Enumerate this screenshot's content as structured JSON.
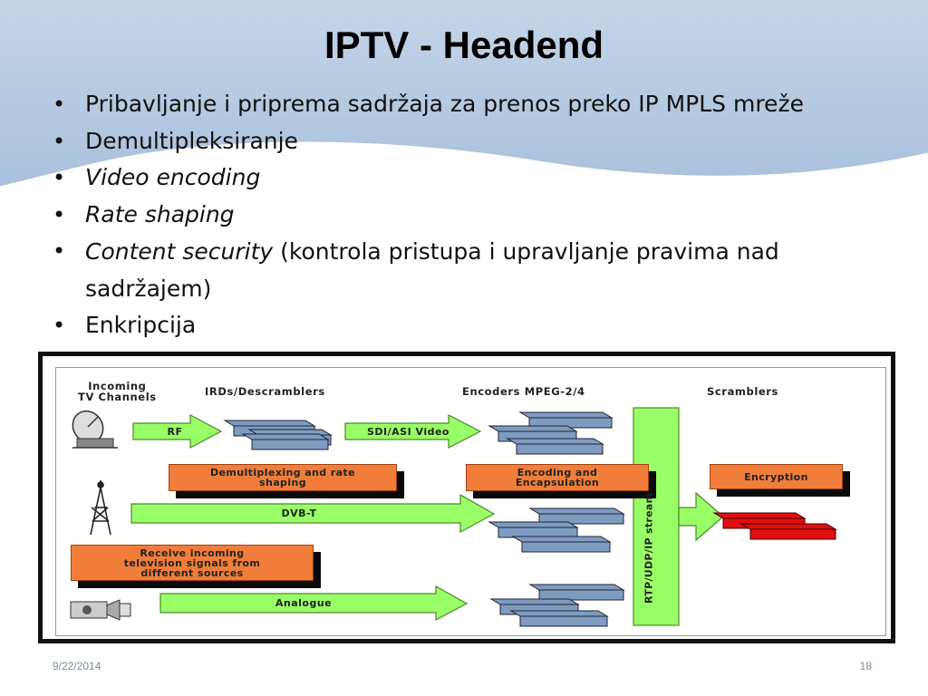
{
  "slide": {
    "title": "IPTV - Headend",
    "date": "9/22/2014",
    "page_number": "18"
  },
  "bullets": {
    "b1": "Pribavljanje i priprema sadržaja za prenos preko IP MPLS mreže",
    "b2": "Demultipleksiranje",
    "b3": "Video encoding",
    "b4": "Rate shaping",
    "b5_italic": "Content security",
    "b5_rest": " (kontrola pristupa i  upravljanje pravima nad sadržajem)",
    "b6": "Enkripcija"
  },
  "diagram": {
    "col_incoming_1": "Incoming",
    "col_incoming_2": "TV Channels",
    "col_irds": "IRDs/Descramblers",
    "col_encoders": "Encoders MPEG-2/4",
    "col_scramblers": "Scramblers",
    "arrow_rf": "RF",
    "arrow_sdi": "SDI/ASI Video",
    "arrow_dvbt": "DVB-T",
    "arrow_analogue": "Analogue",
    "box_demux": "Demultiplexing and rate\nshaping",
    "box_encoding": "Encoding and\nEncapsulation",
    "box_encryption": "Encryption",
    "box_receive": "Receive incoming\ntelevision signals from\ndifferent sources",
    "rtp_stream": "RTP/UDP/IP stream"
  },
  "colors": {
    "header_wave": "#b4c8e0",
    "arrow_green": "#99ff66",
    "box_orange": "#f07e3a",
    "device_blue": "#7d9cc0",
    "scrambler_red": "#e01010"
  },
  "icons": [
    "satellite-dish-icon",
    "antenna-tower-icon",
    "video-camera-icon",
    "server-device-icon"
  ]
}
